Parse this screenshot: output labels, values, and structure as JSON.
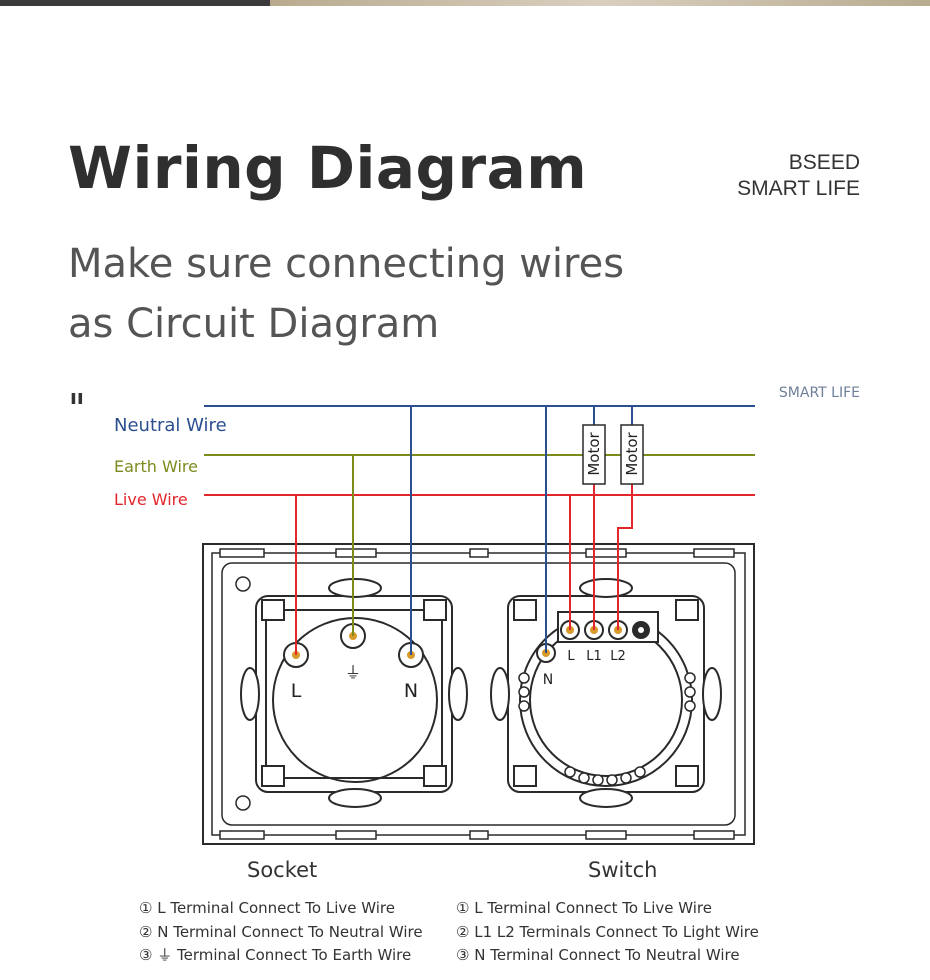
{
  "header": {
    "title": "Wiring Diagram",
    "brand_line1": "BSEED",
    "brand_line2": "SMART LIFE",
    "subtitle_line1": "Make sure connecting wires",
    "subtitle_line2": "as Circuit Diagram"
  },
  "diagram": {
    "corner_mark": "ıı",
    "watermark": "SMART LIFE",
    "wires": {
      "neutral": "Neutral Wire",
      "earth": "Earth Wire",
      "live": "Live Wire"
    },
    "motor_label": "Motor",
    "socket_terminals": {
      "l": "L",
      "earth_symbol": "⏚",
      "n": "N"
    },
    "switch_terminals": {
      "l": "L",
      "l1": "L1",
      "l2": "L2",
      "n": "N"
    },
    "colors": {
      "neutral": "#2b4f8f",
      "earth": "#7d8a1c",
      "live": "#e3262b",
      "frame": "#2a2a2a"
    }
  },
  "captions": {
    "socket": "Socket",
    "switch": "Switch"
  },
  "notes": {
    "socket": [
      "① L Terminal Connect To Live Wire",
      "② N Terminal Connect To Neutral Wire",
      "③ ⏚ Terminal Connect To Earth Wire"
    ],
    "switch": [
      "① L Terminal Connect To Live Wire",
      "② L1 L2 Terminals Connect To Light Wire",
      "③ N Terminal Connect To Neutral Wire"
    ]
  }
}
